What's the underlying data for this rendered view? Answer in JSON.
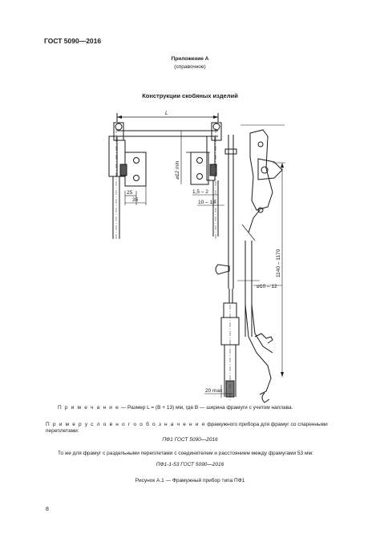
{
  "header": {
    "standard": "ГОСТ 5090—2016"
  },
  "appendix": {
    "title": "Приложение А",
    "subtitle": "(справочное)"
  },
  "section_title": "Конструкции скобяных изделий",
  "figure": {
    "dimensions": {
      "L": "L",
      "d12min": "⌀12 min",
      "d25": "25",
      "d35": "35",
      "d1_5_2": "1,5 – 2",
      "d10_13": "10 – 13",
      "d1140_1170": "1140 – 1170",
      "d10_12": "⌀10 – 12",
      "d20max": "20 max"
    }
  },
  "note": {
    "label": "П р и м е ч а н и е",
    "text": " — Размер L = (B + 13) мм, где B — ширина фрамуги с учетом наплава."
  },
  "example": {
    "label": "П р и м е р   у с л о в н о г о   о б о з н а ч е н и я",
    "text": " фрамужного прибора для фрамуг со спаренными переплетами:",
    "designation": "ПФ1 ГОСТ 5090—2016"
  },
  "other": {
    "text": "То же для фрамуг с раздельными переплетами с соединителем и расстоянием между фрамугами 53 мм:",
    "designation": "ПФ1-1-53 ГОСТ 5090—2016"
  },
  "caption": "Рисунок А.1 — Фрамужный прибор типа ПФ1",
  "page_number": "8"
}
